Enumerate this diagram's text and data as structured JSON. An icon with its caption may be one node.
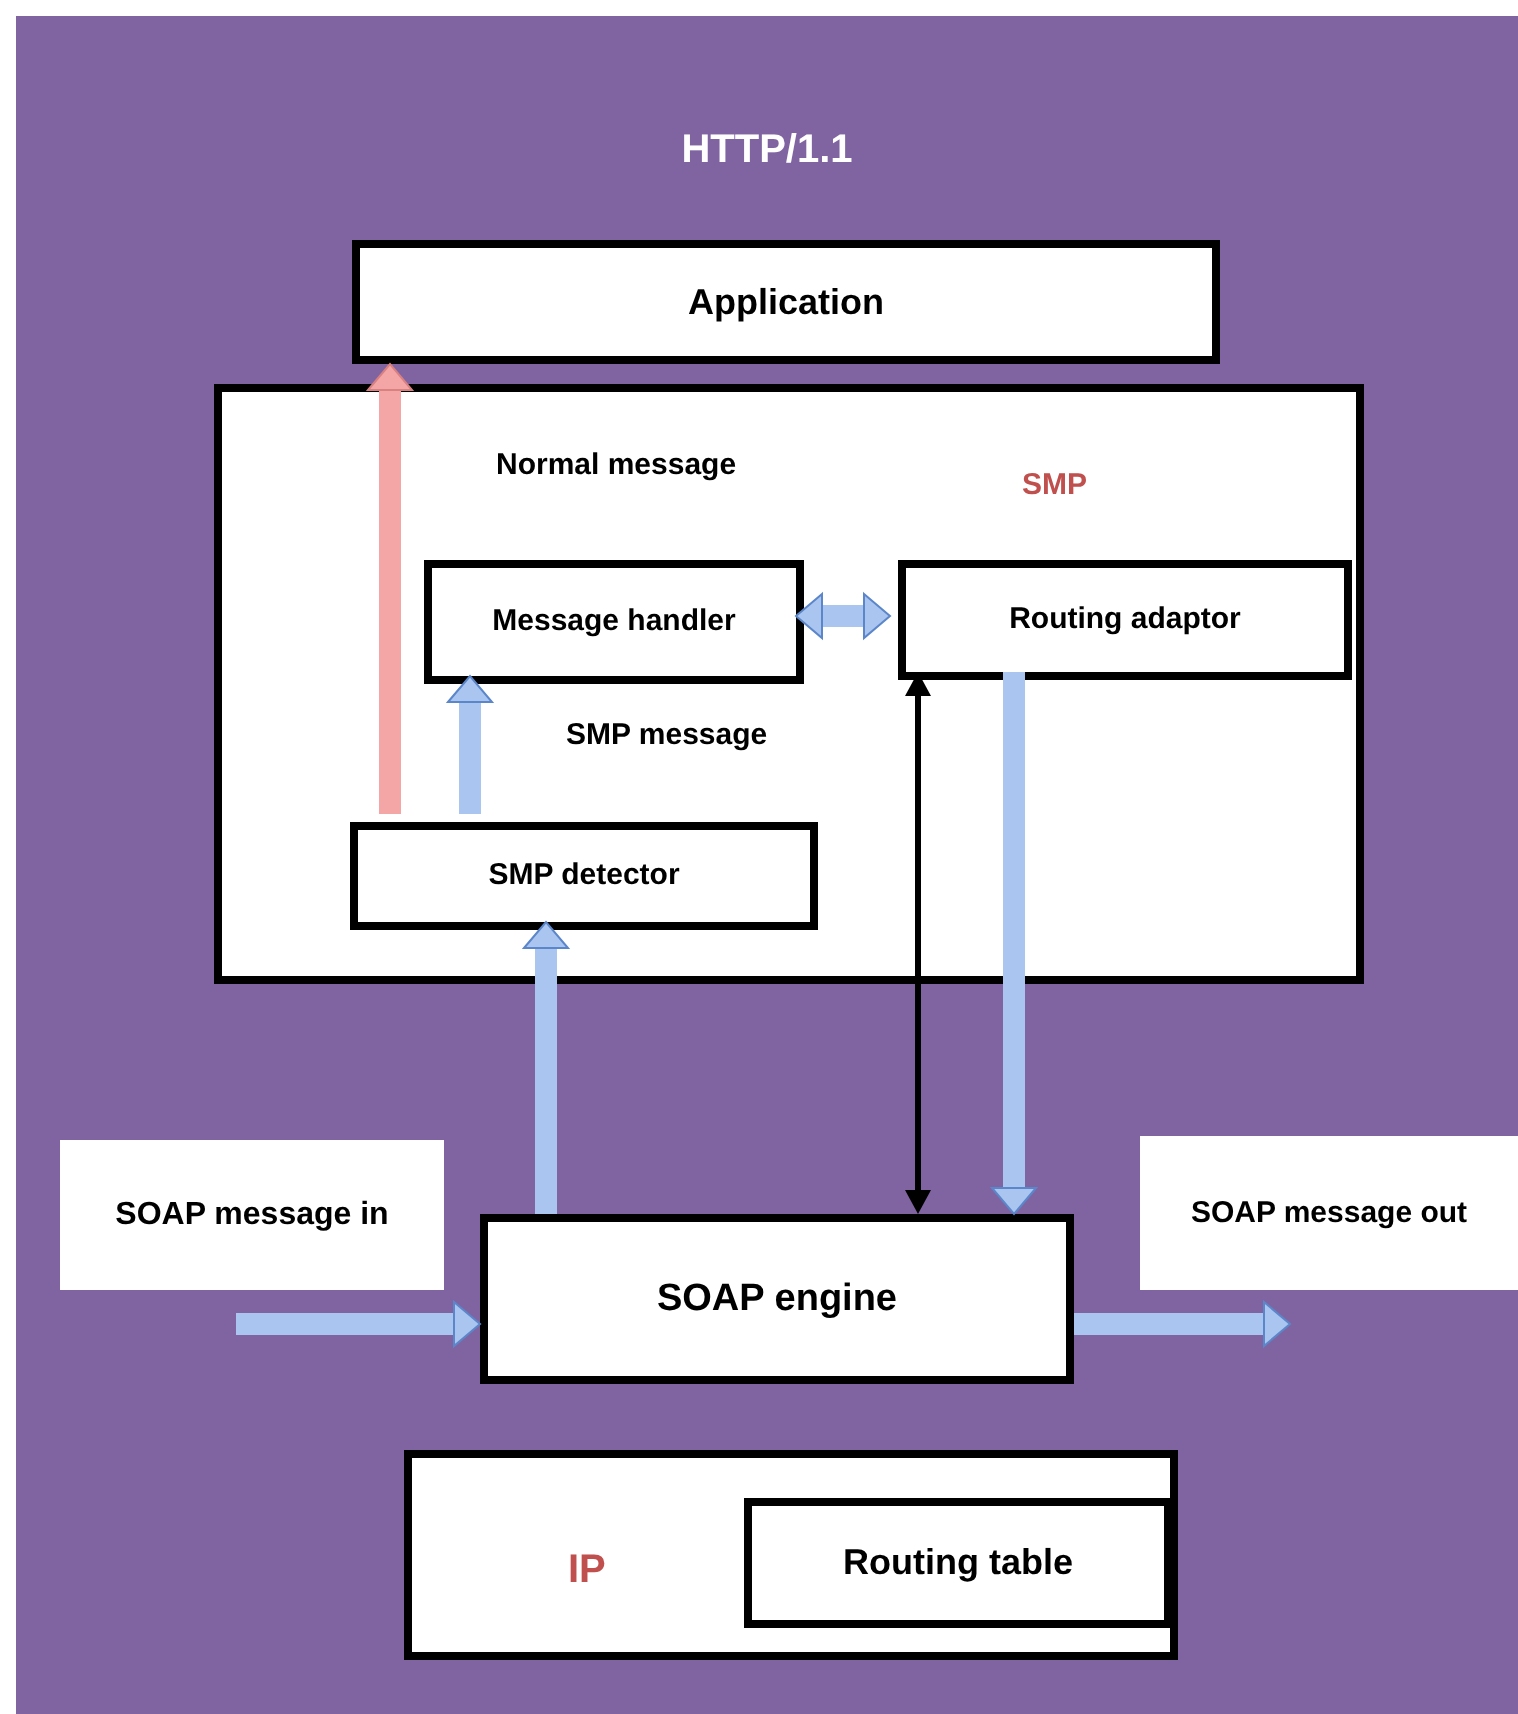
{
  "diagram": {
    "nodes": [
      {
        "text": [
          "HTTP/1.1"
        ]
      },
      {
        "text": [
          "Application"
        ],
        "in": 0
      },
      {
        "text": [
          "SMP"
        ],
        "in": 0
      },
      {
        "text": [
          "Message handler"
        ],
        "in": 2
      },
      {
        "text": [
          "Routing adaptor"
        ],
        "in": 2
      },
      {
        "text": [
          "SMP detector"
        ],
        "in": 2
      },
      {
        "text": [
          "SOAP message in"
        ],
        "in": 0
      },
      {
        "text": [
          "SOAP engine"
        ],
        "in": 0
      },
      {
        "text": [
          "SOAP message out"
        ],
        "in": 0
      },
      {
        "text": [
          "IP"
        ],
        "in": 0
      },
      {
        "text": [
          "Routing table"
        ],
        "in": 9
      }
    ],
    "edges": [
      {
        "from": 5,
        "to": 1,
        "arrow": "to",
        "color": "#f4a6a6"
      },
      {
        "from": 5,
        "to": 3,
        "arrow": "to"
      },
      {
        "from": 3,
        "to": 4,
        "arrow": "both"
      },
      {
        "from": 4,
        "to": 7,
        "arrow": "to"
      },
      {
        "from": 7,
        "to": 4,
        "arrow": "both",
        "color": "#000000"
      },
      {
        "from": 7,
        "to": 5,
        "arrow": "to"
      },
      {
        "from": null,
        "to": 7,
        "arrow": "to"
      },
      {
        "from": 7,
        "to": 8,
        "arrow": "to"
      }
    ],
    "labels": [
      "Normal message",
      "SMP message"
    ]
  }
}
